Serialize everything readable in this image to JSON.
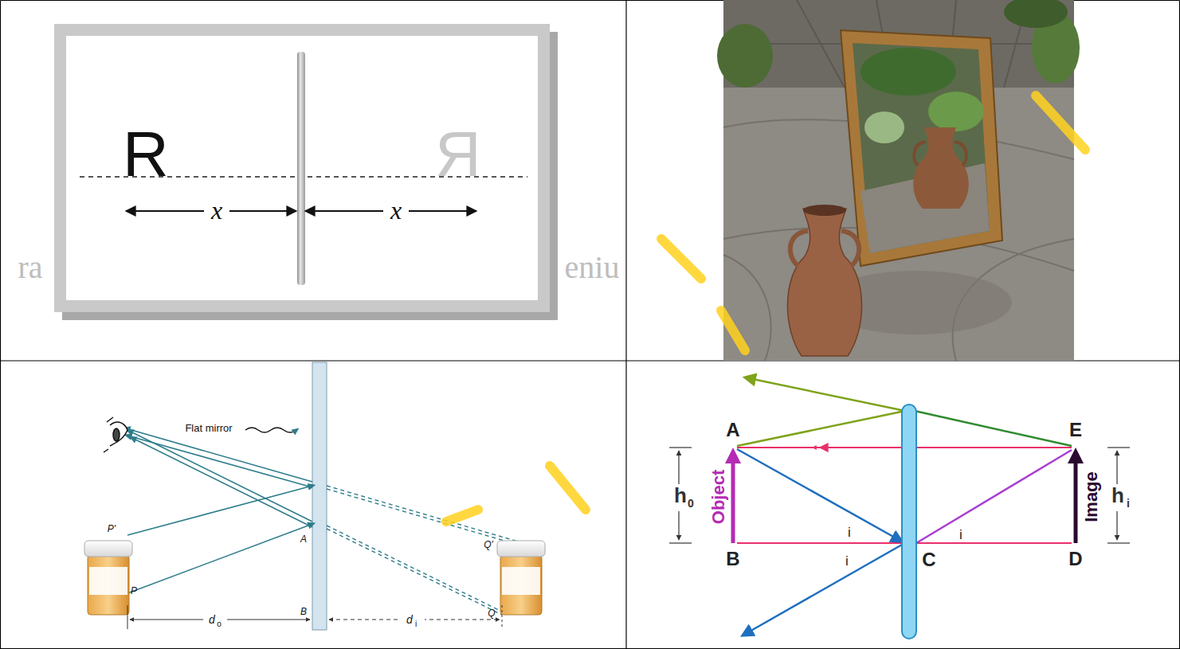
{
  "diagram": {
    "labels": [
      "R",
      "Я",
      "x",
      "x",
      "ra",
      "eniu",
      "Flat mirror",
      "P'",
      "A",
      "P",
      "B",
      "d",
      "o",
      "d",
      "i",
      "Q'",
      "Q",
      "A",
      "E",
      "h",
      "0",
      "Object",
      "i",
      "i",
      "B",
      "C",
      "i",
      "D",
      "Image",
      "h",
      "i"
    ]
  }
}
